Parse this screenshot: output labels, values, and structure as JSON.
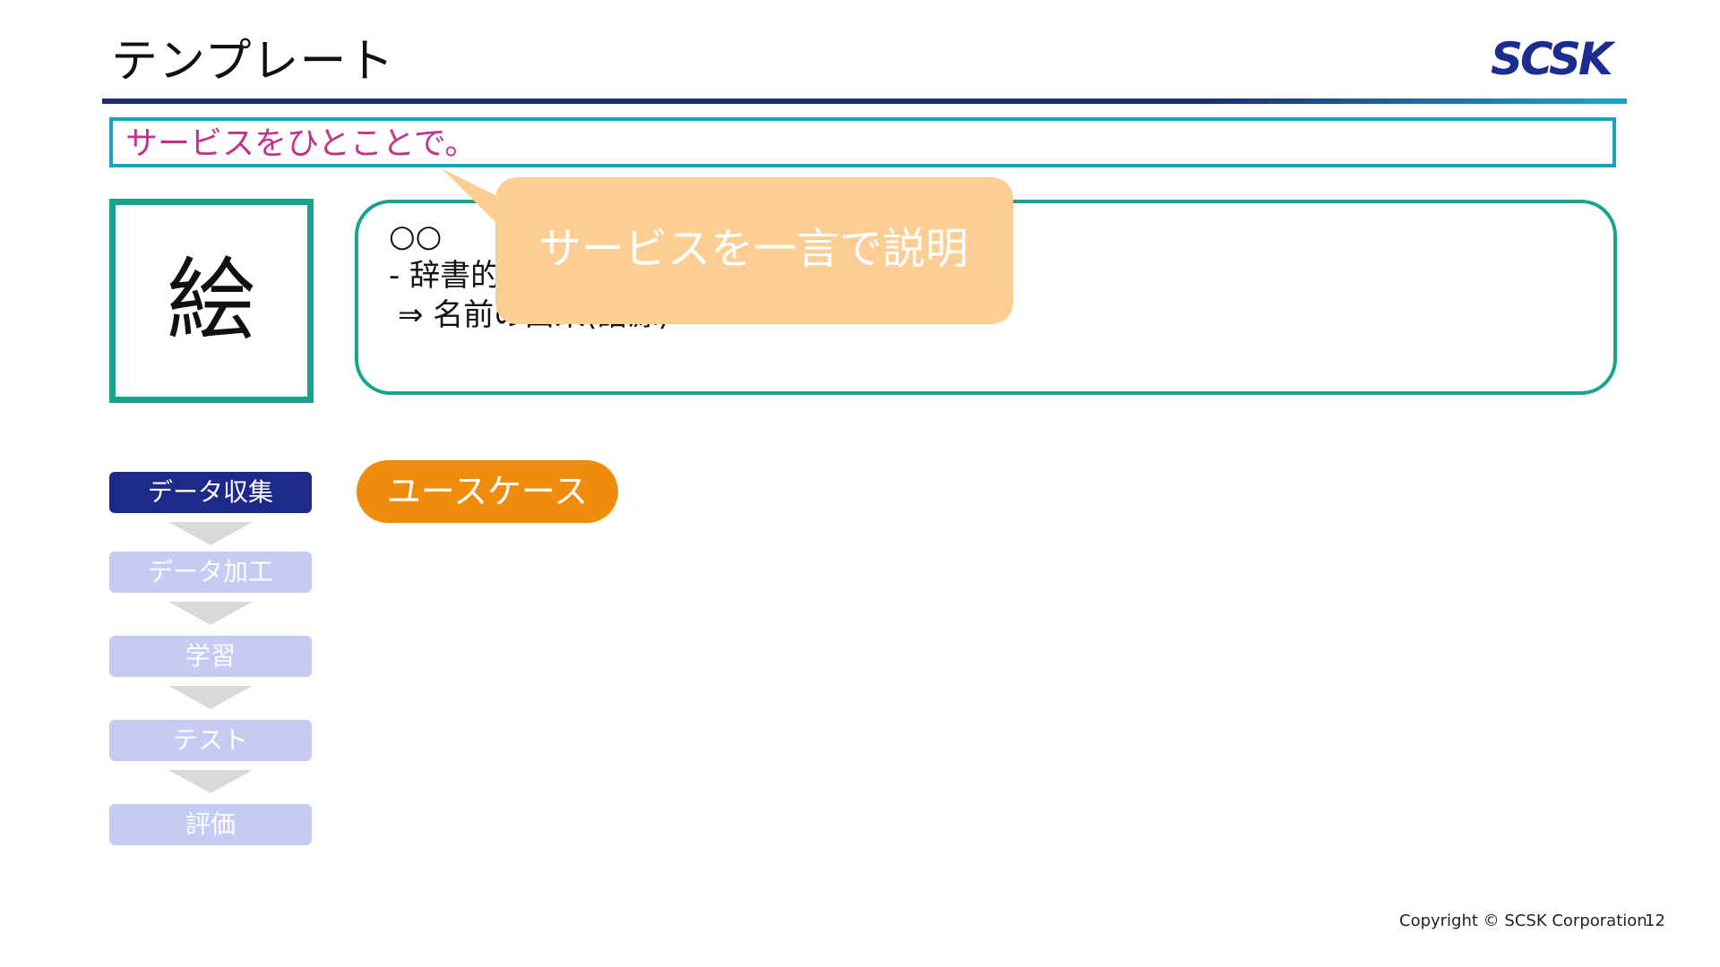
{
  "header": {
    "title": "テンプレート",
    "logo": "SCSK"
  },
  "tagline": "サービスをひとことで。",
  "picture_label": "絵",
  "description": {
    "line1": "○○",
    "line2": " - 辞書的",
    "line3": "⇒ 名前の由来(語源)"
  },
  "callout": "サービスを一言で説明",
  "steps": [
    {
      "label": "データ収集",
      "active": true
    },
    {
      "label": "データ加工",
      "active": false
    },
    {
      "label": "学習",
      "active": false
    },
    {
      "label": "テスト",
      "active": false
    },
    {
      "label": "評価",
      "active": false
    }
  ],
  "usecase_label": "ユースケース",
  "footer": {
    "copyright": "Copyright © SCSK Corporation",
    "page": "12"
  },
  "colors": {
    "navy": "#1d2a8a",
    "teal": "#17a38c",
    "cyan": "#1aa3ba",
    "magenta": "#c2338b",
    "orange": "#f08c0c",
    "peach": "#fcce94",
    "lavender": "#c5cbf3"
  }
}
